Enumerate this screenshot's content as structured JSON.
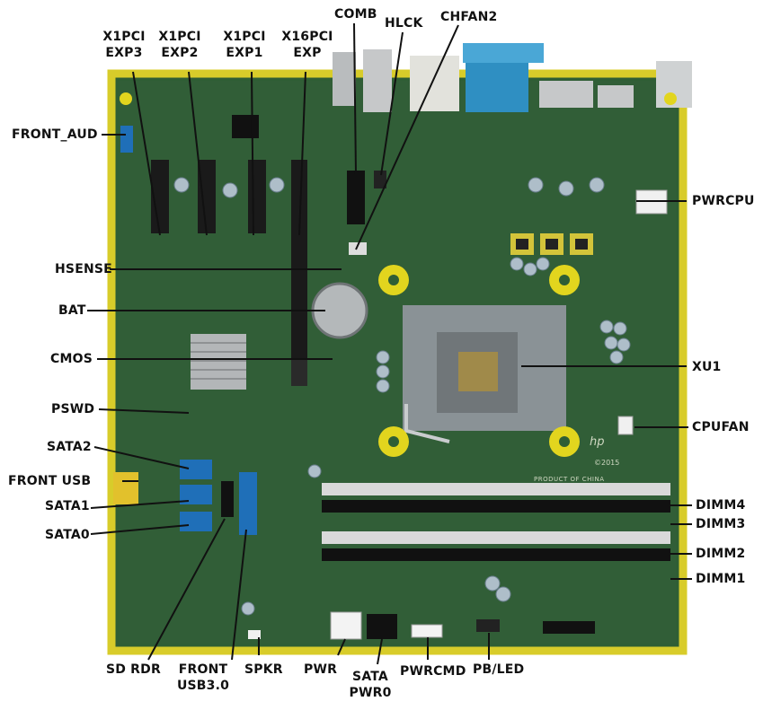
{
  "board": {
    "logo": "hp",
    "copyright": "©2015",
    "origin": "PRODUCT OF CHINA"
  },
  "labels": {
    "x1pci_exp3": [
      "X1PCI",
      "EXP3"
    ],
    "x1pci_exp2": [
      "X1PCI",
      "EXP2"
    ],
    "x1pci_exp1": [
      "X1PCI",
      "EXP1"
    ],
    "x16pci_exp": [
      "X16PCI",
      "EXP"
    ],
    "comb": "COMB",
    "hlck": "HLCK",
    "chfan2": "CHFAN2",
    "front_aud": "FRONT_AUD",
    "pwrcpu": "PWRCPU",
    "hsense": "HSENSE",
    "bat": "BAT",
    "cmos": "CMOS",
    "xu1": "XU1",
    "pswd": "PSWD",
    "cpufan": "CPUFAN",
    "sata2": "SATA2",
    "front_usb": "FRONT USB",
    "sata1": "SATA1",
    "sata0": "SATA0",
    "dimm4": "DIMM4",
    "dimm3": "DIMM3",
    "dimm2": "DIMM2",
    "dimm1": "DIMM1",
    "sd_rdr": "SD RDR",
    "front_usb30": [
      "FRONT",
      "USB3.0"
    ],
    "spkr": "SPKR",
    "pwr": "PWR",
    "sata_pwr0": [
      "SATA",
      "PWR0"
    ],
    "pwrcmd": "PWRCMD",
    "pb_led": "PB/LED"
  },
  "colors": {
    "pcb": "#2f5e35",
    "pcb_border": "#d8cc2a",
    "socket": "#8a9296",
    "sata": "#1f6fb8",
    "vga": "#2f8fc2",
    "slot": "#1a1a1a",
    "dimm": "#d9d9d9",
    "leader": "#111111"
  }
}
